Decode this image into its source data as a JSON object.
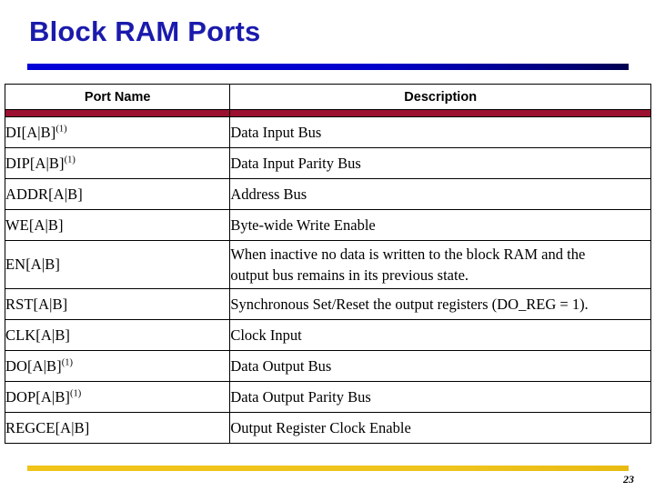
{
  "slide": {
    "title": "Block RAM Ports",
    "page_number": "23",
    "accent_blue": "#0000cc",
    "accent_navy": "#000050",
    "accent_maroon": "#9b1030",
    "accent_gold": "#efc41d",
    "title_color": "#1a1aad"
  },
  "table": {
    "headers": {
      "port_name": "Port Name",
      "description": "Description"
    },
    "rows": [
      {
        "port_base": "DI[A|B]",
        "port_sup": "(1)",
        "desc_line1": "Data Input Bus",
        "desc_line2": ""
      },
      {
        "port_base": "DIP[A|B]",
        "port_sup": "(1)",
        "desc_line1": "Data Input Parity Bus",
        "desc_line2": ""
      },
      {
        "port_base": "ADDR[A|B]",
        "port_sup": "",
        "desc_line1": "Address Bus",
        "desc_line2": ""
      },
      {
        "port_base": "WE[A|B]",
        "port_sup": "",
        "desc_line1": "Byte-wide Write Enable",
        "desc_line2": ""
      },
      {
        "port_base": "EN[A|B]",
        "port_sup": "",
        "desc_line1": "When inactive no data is written to the block RAM and the",
        "desc_line2": "output bus remains in its previous state."
      },
      {
        "port_base": "RST[A|B]",
        "port_sup": "",
        "desc_line1": "Synchronous Set/Reset the output registers (DO_REG = 1).",
        "desc_line2": ""
      },
      {
        "port_base": "CLK[A|B]",
        "port_sup": "",
        "desc_line1": "Clock Input",
        "desc_line2": ""
      },
      {
        "port_base": "DO[A|B]",
        "port_sup": "(1)",
        "desc_line1": "Data Output Bus",
        "desc_line2": ""
      },
      {
        "port_base": "DOP[A|B]",
        "port_sup": "(1)",
        "desc_line1": "Data Output Parity Bus",
        "desc_line2": ""
      },
      {
        "port_base": "REGCE[A|B]",
        "port_sup": "",
        "desc_line1": "Output Register Clock Enable",
        "desc_line2": ""
      }
    ]
  }
}
